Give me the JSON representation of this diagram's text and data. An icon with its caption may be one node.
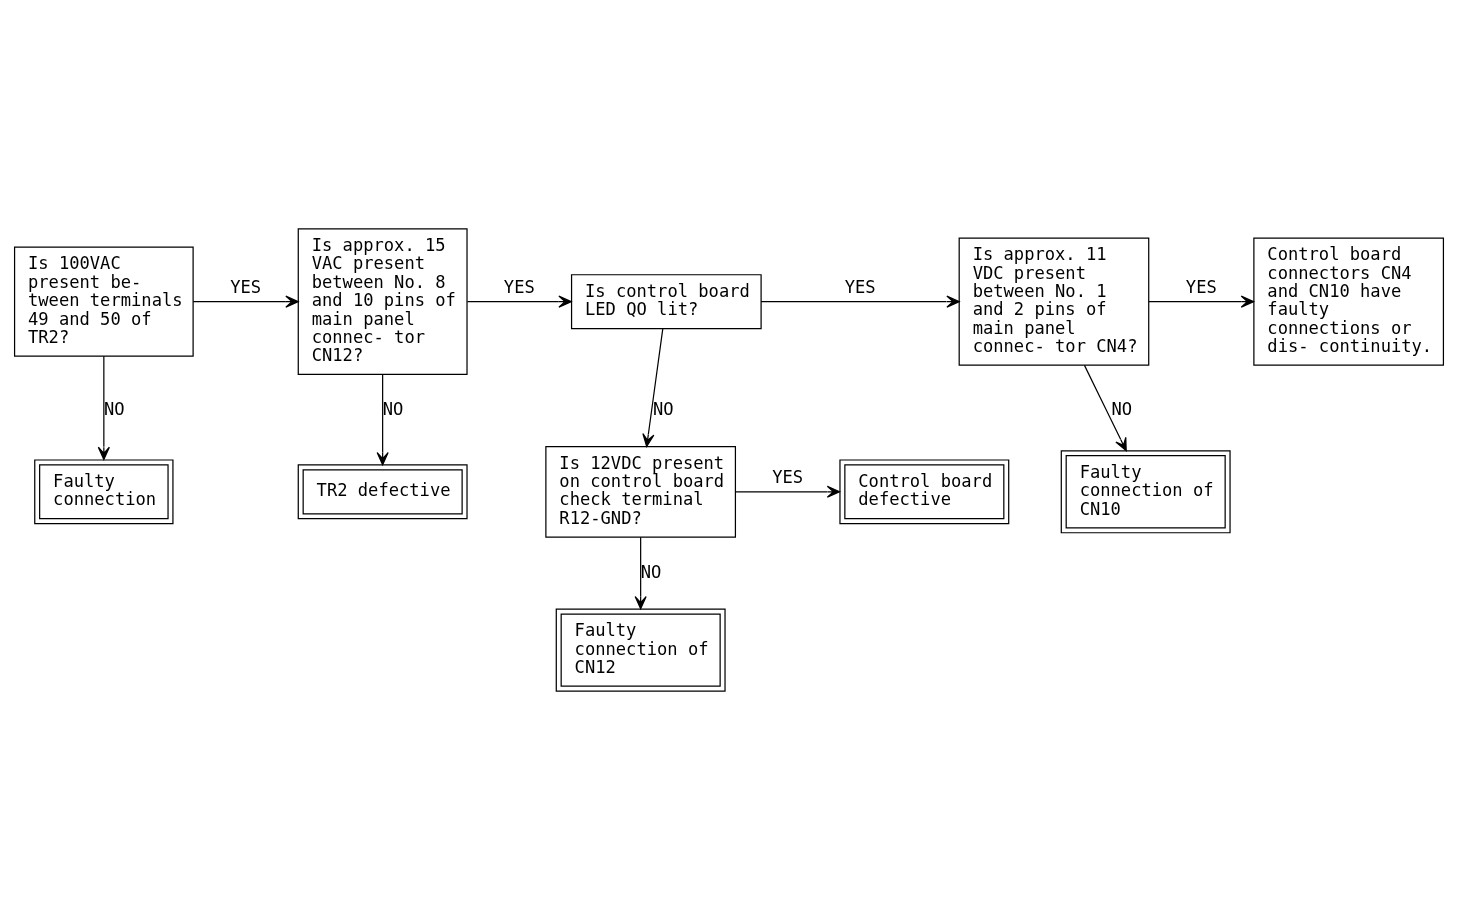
{
  "diagram": {
    "nodes": [
      {
        "text": [
          "Is 100VAC present be- tween terminals 49 and 50 of TR2?"
        ]
      },
      {
        "text": [
          "Is approx. 15 VAC present between No. 8 and 10 pins of main panel connec- tor CN12?"
        ]
      },
      {
        "text": [
          "Is control board LED QO lit?"
        ]
      },
      {
        "text": [
          "Is approx. 11 VDC present between No. 1 and 2 pins of main panel connec- tor CN4?"
        ]
      },
      {
        "text": [
          "Control board connectors CN4 and CN10 have faulty connections or dis- continuity."
        ]
      },
      {
        "text": [
          "Faulty connection"
        ]
      },
      {
        "text": [
          "TR2 defective"
        ]
      },
      {
        "text": [
          "Is 12VDC present on control board check terminal R12-GND?"
        ]
      },
      {
        "text": [
          "Control board defective"
        ]
      },
      {
        "text": [
          "Faulty connection of CN10"
        ]
      },
      {
        "text": [
          "Faulty connection of CN12"
        ]
      }
    ],
    "edges": [
      {
        "from": 0,
        "to": 1,
        "arrow": "to",
        "label": "YES"
      },
      {
        "from": 1,
        "to": 2,
        "arrow": "to",
        "label": "YES"
      },
      {
        "from": 2,
        "to": 3,
        "arrow": "to",
        "label": "YES"
      },
      {
        "from": 3,
        "to": 4,
        "arrow": "to",
        "label": "YES"
      },
      {
        "from": 0,
        "to": 5,
        "arrow": "to",
        "label": "NO"
      },
      {
        "from": 1,
        "to": 6,
        "arrow": "to",
        "label": "NO"
      },
      {
        "from": 2,
        "to": 7,
        "arrow": "to",
        "label": "NO"
      },
      {
        "from": 7,
        "to": 8,
        "arrow": "to",
        "label": "YES"
      },
      {
        "from": 3,
        "to": 9,
        "arrow": "to",
        "label": "NO"
      },
      {
        "from": 7,
        "to": 10,
        "arrow": "to",
        "label": "NO"
      }
    ]
  }
}
